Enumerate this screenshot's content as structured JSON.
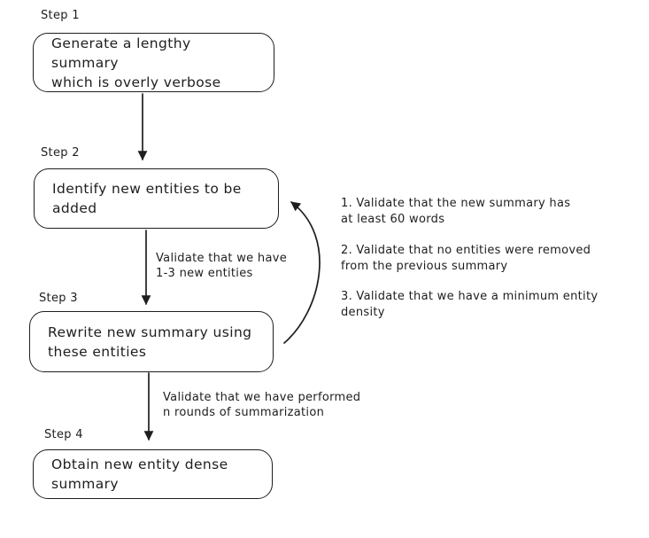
{
  "diagram": {
    "background": "#ffffff",
    "stroke_color": "#1e1e1e",
    "steps": [
      {
        "label": "Step 1",
        "text": "Generate a lengthy summary\nwhich is overly verbose"
      },
      {
        "label": "Step 2",
        "text": "Identify new entities to be\nadded"
      },
      {
        "label": "Step 3",
        "text": "Rewrite new summary using\nthese entities"
      },
      {
        "label": "Step 4",
        "text": "Obtain new entity dense\nsummary"
      }
    ],
    "edge_labels": [
      {
        "text": "Validate that we have\n1-3 new entities"
      },
      {
        "text": "Validate that we have performed\nn rounds of summarization"
      }
    ],
    "validation_notes": [
      {
        "text": "1. Validate that the new summary has\nat least 60 words"
      },
      {
        "text": "2. Validate that no entities were removed\nfrom the previous summary"
      },
      {
        "text": "3. Validate that we have a minimum entity\ndensity"
      }
    ]
  }
}
